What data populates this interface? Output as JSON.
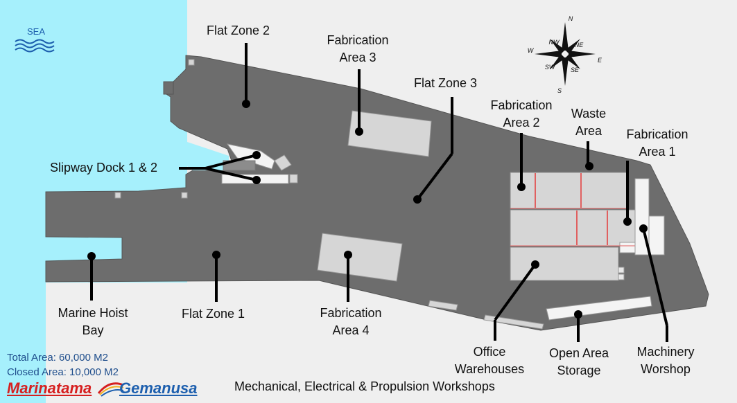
{
  "sea_label": "SEA",
  "compass": {
    "n": "N",
    "ne": "NE",
    "e": "E",
    "se": "SE",
    "s": "S",
    "sw": "SW",
    "w": "W",
    "nw": "NW"
  },
  "labels": {
    "flat_zone_2": "Flat Zone 2",
    "fabrication_area_3": [
      "Fabrication",
      "Area 3"
    ],
    "flat_zone_3": "Flat Zone 3",
    "fabrication_area_2": [
      "Fabrication",
      "Area 2"
    ],
    "waste_area": [
      "Waste",
      "Area"
    ],
    "fabrication_area_1": [
      "Fabrication",
      "Area 1"
    ],
    "slipway_dock": "Slipway Dock 1 & 2",
    "marine_hoist_bay": [
      "Marine Hoist",
      "Bay"
    ],
    "flat_zone_1": "Flat Zone 1",
    "fabrication_area_4": [
      "Fabrication",
      "Area 4"
    ],
    "office_warehouses": [
      "Office",
      "Warehouses"
    ],
    "open_area_storage": [
      "Open Area",
      "Storage"
    ],
    "machinery_workshop": [
      "Machinery",
      "Worshop"
    ],
    "mep_workshops": "Mechanical, Electrical & Propulsion Workshops"
  },
  "info": {
    "total_area": "Total Area: 60,000 M2",
    "closed_area": "Closed Area: 10,000 M2"
  },
  "logo": {
    "part1": "Marinatama",
    "part2": "Gemanusa"
  },
  "colors": {
    "sea": "#a6f0fc",
    "yard": "#6d6d6d",
    "ground": "#efefef",
    "building": "#d6d6d6",
    "building_outline": "#8a8a8a",
    "leader": "#000000",
    "text_blue": "#1f4e8c",
    "brand_red": "#d61f1f",
    "brand_blue": "#1d5fae"
  }
}
